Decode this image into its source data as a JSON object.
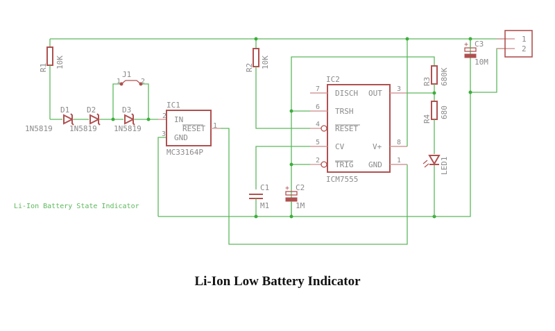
{
  "title": "Li-Ion Low Battery Indicator",
  "note": "Li-Ion Battery State Indicator",
  "components": {
    "R1": {
      "ref": "R1",
      "value": "10K"
    },
    "R2": {
      "ref": "R2",
      "value": "10K"
    },
    "R3": {
      "ref": "R3",
      "value": "680K"
    },
    "R4": {
      "ref": "R4",
      "value": "680"
    },
    "D1": {
      "ref": "D1",
      "value": "1N5819"
    },
    "D2": {
      "ref": "D2",
      "value": "1N5819"
    },
    "D3": {
      "ref": "D3",
      "value": "1N5819"
    },
    "J1": {
      "ref": "J1",
      "pin1": "1",
      "pin2": "2"
    },
    "C1": {
      "ref": "C1",
      "value": "M1"
    },
    "C2": {
      "ref": "C2",
      "value": "1M"
    },
    "C3": {
      "ref": "C3",
      "value": "10M"
    },
    "LED1": {
      "ref": "LED1"
    },
    "IC1": {
      "ref": "IC1",
      "value": "MC33164P",
      "pins": {
        "in": "IN",
        "reset": "RESET",
        "gnd": "GND",
        "p1": "1",
        "p2": "2",
        "p3": "3"
      }
    },
    "IC2": {
      "ref": "IC2",
      "value": "ICM7555",
      "pins": {
        "disch": "DISCH",
        "trsh": "TRSH",
        "reset": "RESET",
        "cv": "CV",
        "trig": "TRIG",
        "out": "OUT",
        "vplus": "V+",
        "gnd": "GND",
        "p7": "7",
        "p6": "6",
        "p4": "4",
        "p5": "5",
        "p2": "2",
        "p3": "3",
        "p8": "8",
        "p1": "1"
      }
    },
    "connector": {
      "pin1": "1",
      "pin2": "2"
    }
  }
}
